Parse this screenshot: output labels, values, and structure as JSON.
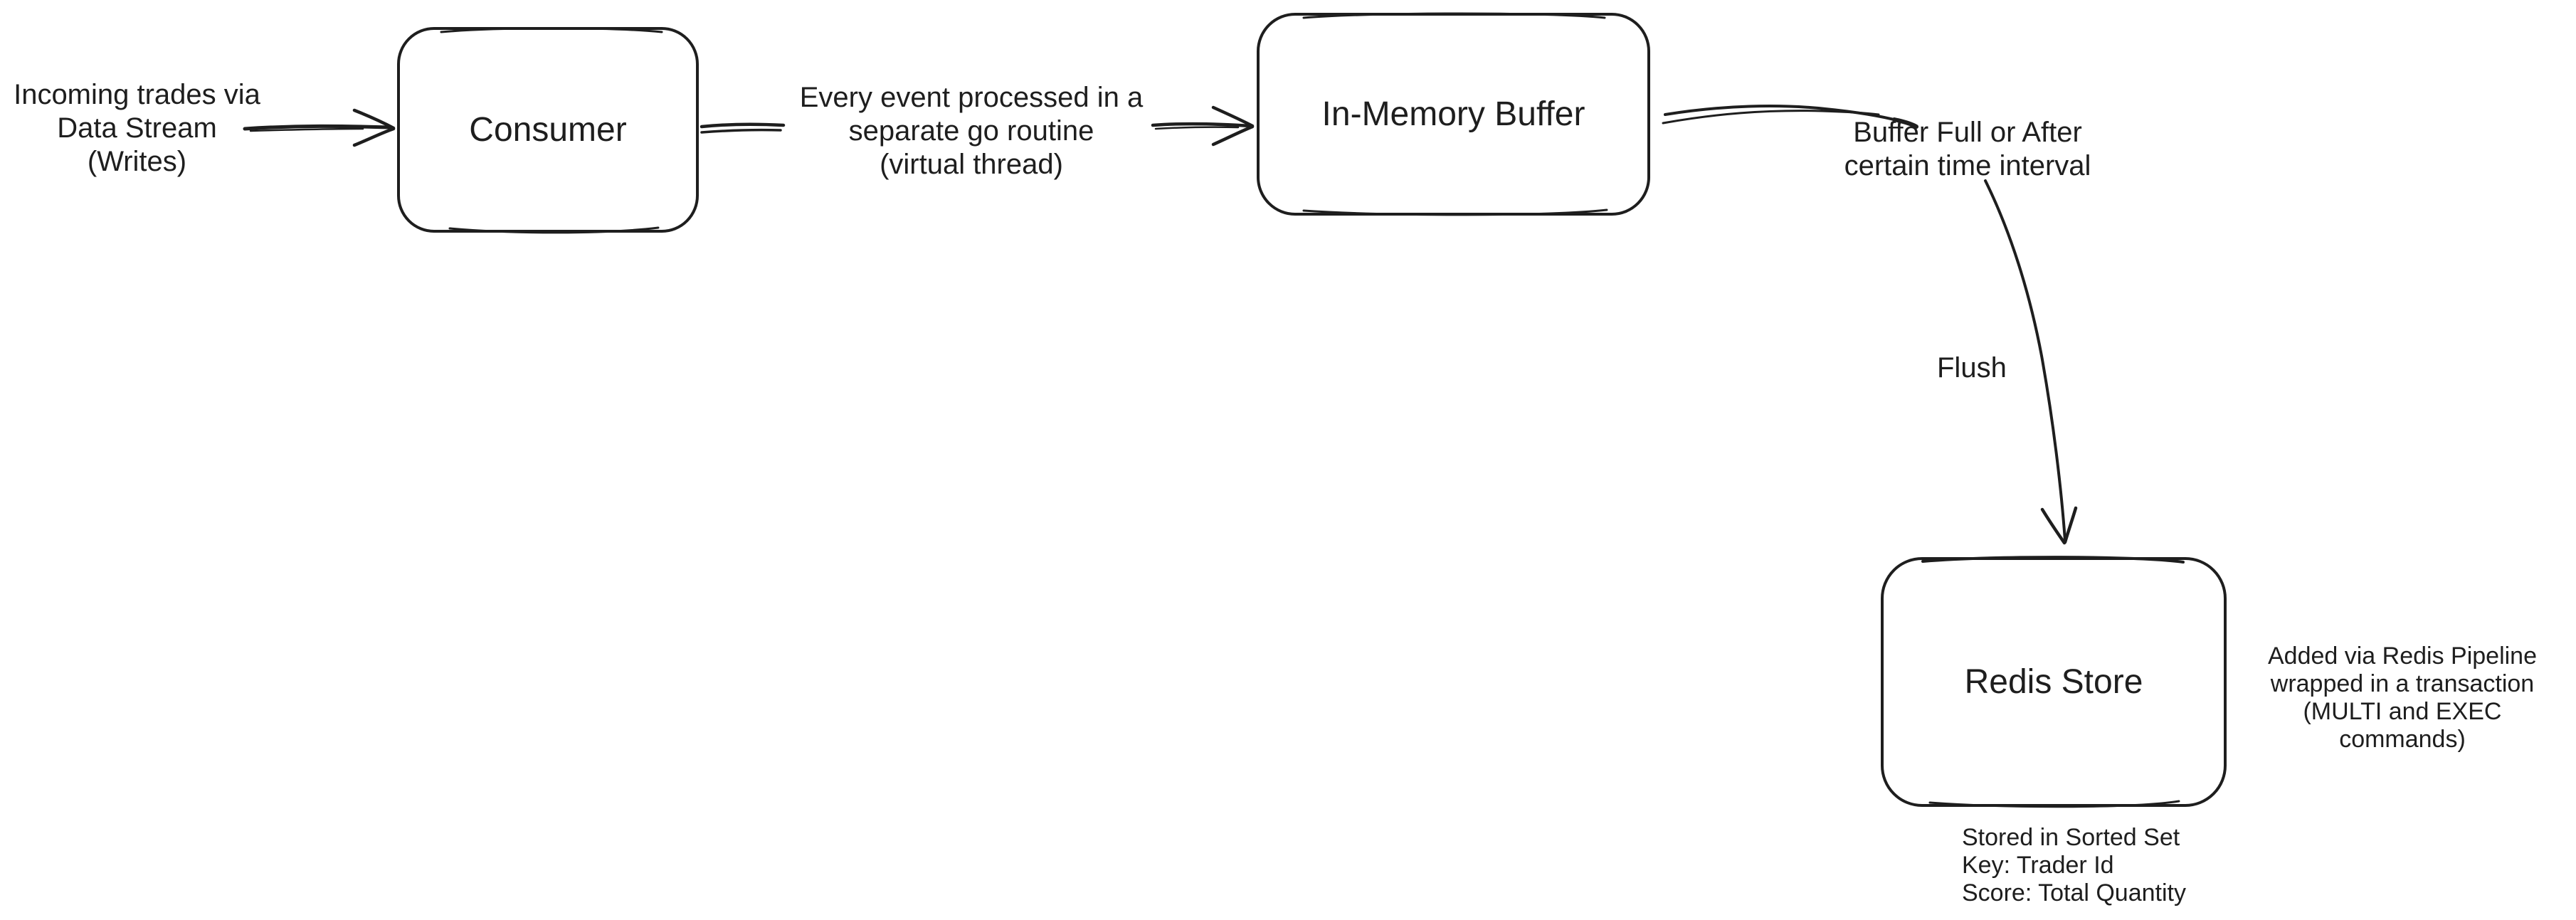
{
  "canvas": {
    "background_color": "#ffffff",
    "ink_color": "#1e1e1e"
  },
  "nodes": [
    {
      "id": "consumer",
      "label": "Consumer"
    },
    {
      "id": "in_memory_buffer",
      "label": "In-Memory Buffer"
    },
    {
      "id": "redis_store",
      "label": "Redis Store"
    }
  ],
  "annotations": {
    "incoming": "Incoming trades via\nData Stream\n(Writes)",
    "every_event": "Every event processed in a\nseparate go routine\n(virtual thread)",
    "buffer_full": "Buffer Full or After\ncertain time interval",
    "flush": "Flush",
    "added_via": "Added via Redis Pipeline\nwrapped in a transaction\n(MULTI and EXEC commands)",
    "stored_in": "Stored in Sorted Set\nKey: Trader Id\nScore: Total Quantity"
  }
}
